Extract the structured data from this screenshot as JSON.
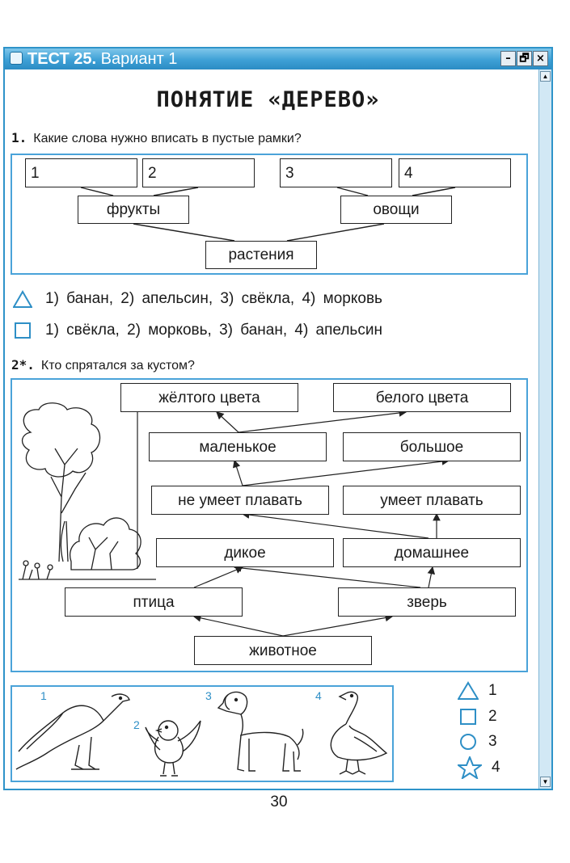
{
  "window": {
    "title_bold": "ТЕСТ 25.",
    "title_rest": "Вариант 1",
    "buttons": [
      "–",
      "🗗",
      "×"
    ]
  },
  "heading": "ПОНЯТИЕ «ДЕРЕВО»",
  "q1": {
    "number": "1.",
    "text": "Какие слова нужно вписать в пустые рамки?",
    "blanks": [
      "1",
      "2",
      "3",
      "4"
    ],
    "groups": [
      "фрукты",
      "овощи"
    ],
    "root": "растения",
    "answers": [
      {
        "icon": "triangle",
        "text": "1) банан, 2) апельсин, 3) свёкла, 4) морковь"
      },
      {
        "icon": "square",
        "text": "1) свёкла, 2) морковь, 3) банан, 4) апельсин"
      }
    ]
  },
  "q2": {
    "number": "2*.",
    "text": "Кто спрятался за кустом?",
    "nodes": {
      "yellow": "жёлтого цвета",
      "white": "белого цвета",
      "small": "маленькое",
      "big": "большое",
      "cant_swim": "не умеет плавать",
      "can_swim": "умеет плавать",
      "wild": "дикое",
      "domestic": "домашнее",
      "bird": "птица",
      "beast": "зверь",
      "animal": "животное"
    },
    "pictures": [
      "1",
      "2",
      "3",
      "4"
    ],
    "legend": [
      {
        "icon": "triangle",
        "label": "1"
      },
      {
        "icon": "square",
        "label": "2"
      },
      {
        "icon": "circle",
        "label": "3"
      },
      {
        "icon": "star",
        "label": "4"
      }
    ]
  },
  "colors": {
    "accent": "#2e93c9",
    "frame": "#4aa3d9",
    "text": "#1a1a1a"
  },
  "page_number": "30"
}
